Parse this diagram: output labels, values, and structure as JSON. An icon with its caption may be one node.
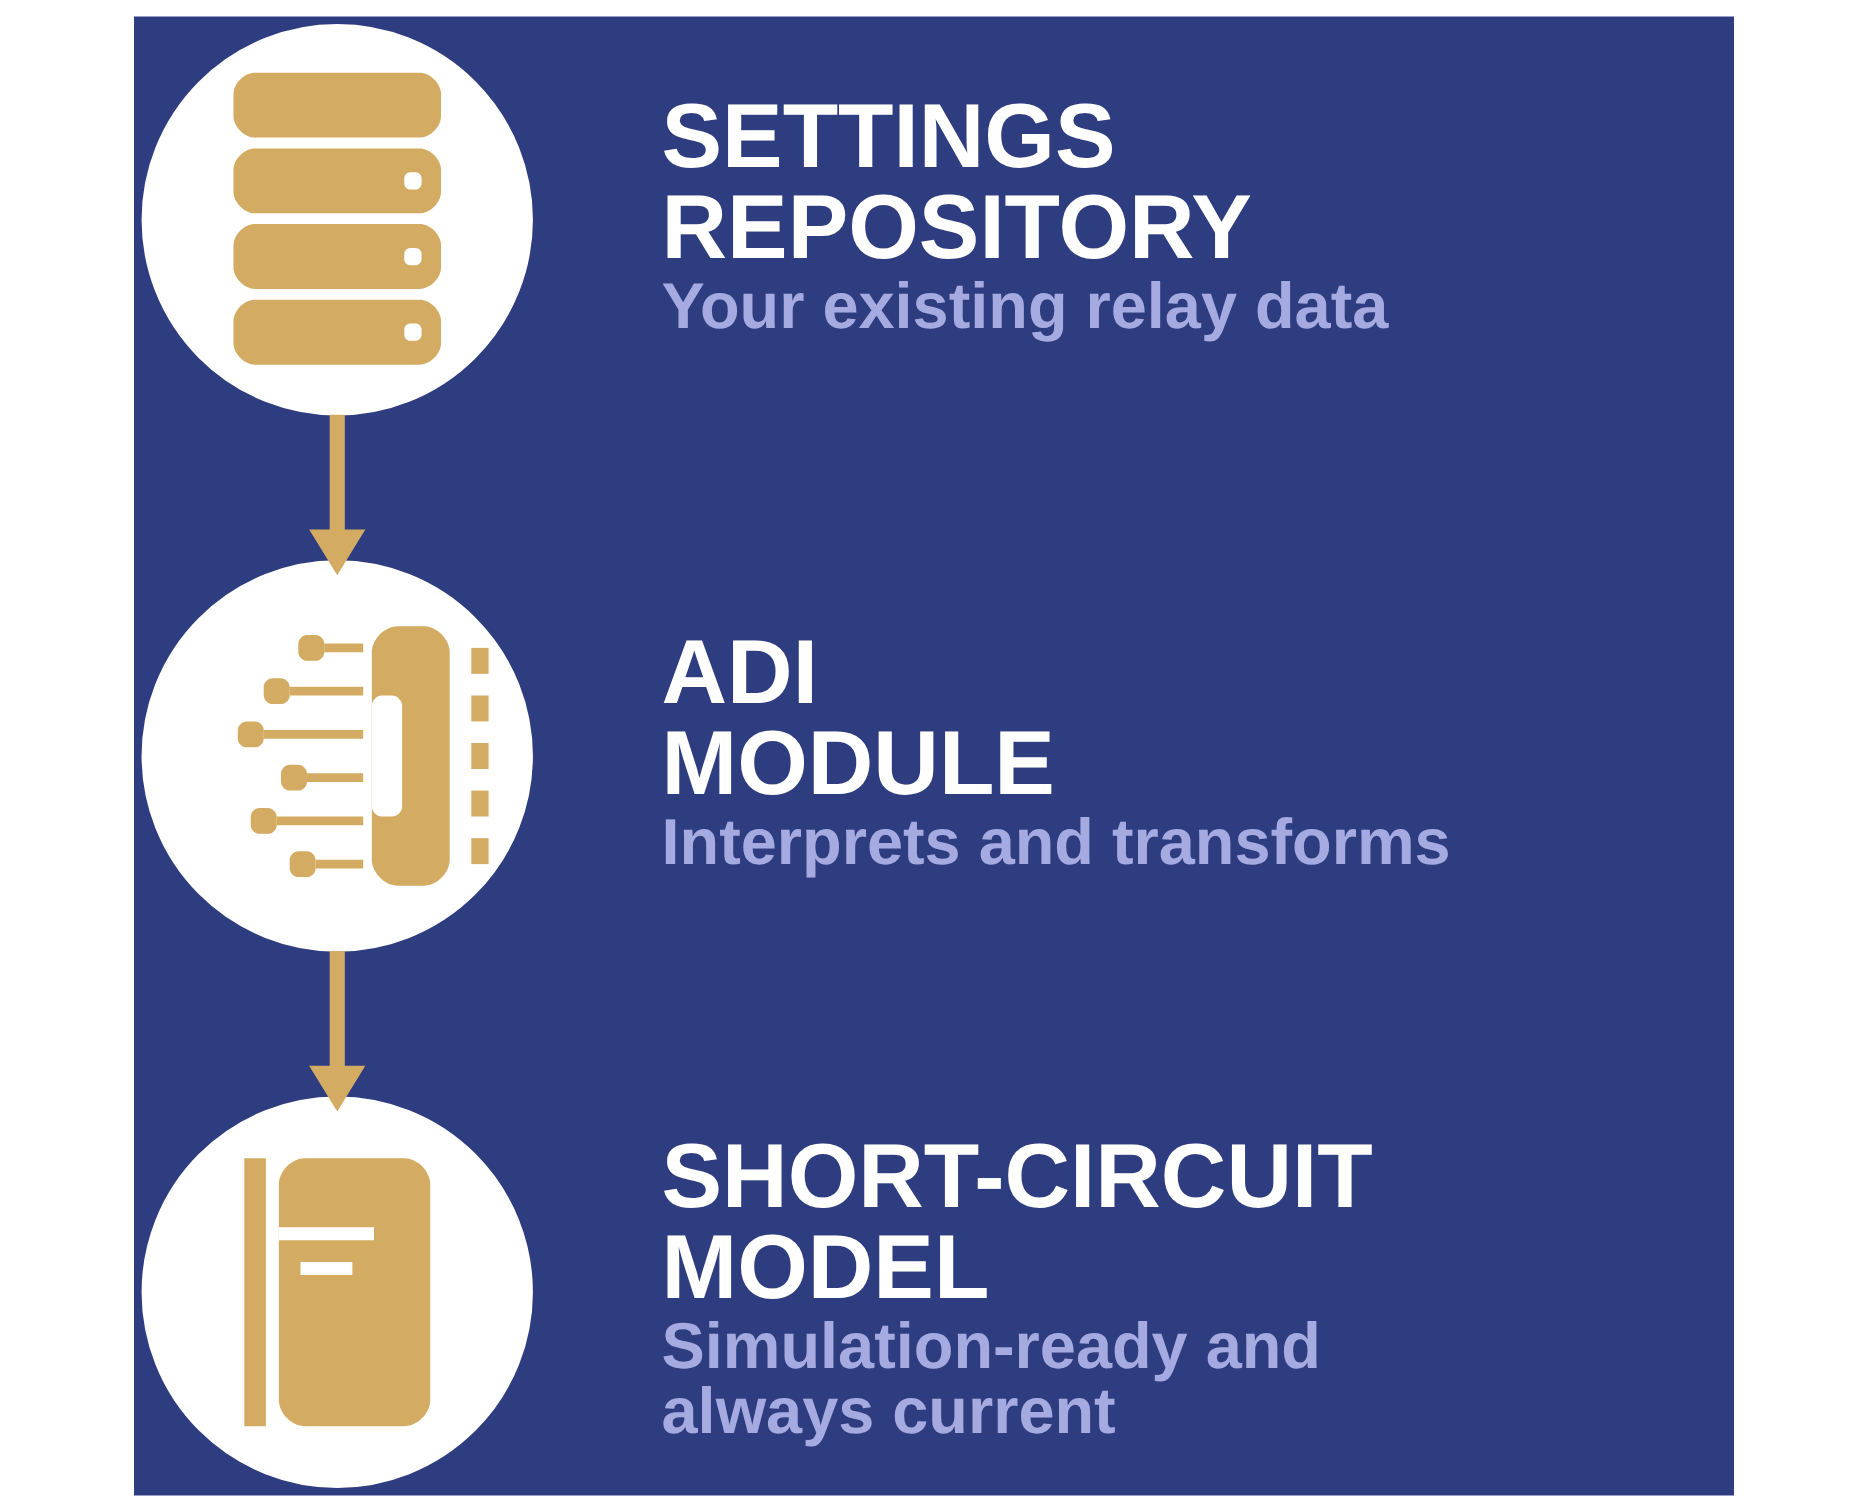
{
  "diagram": {
    "nodes": [
      {
        "text": [
          "SETTINGS REPOSITORY",
          "Your existing relay data"
        ]
      },
      {
        "text": [
          "ADI MODULE",
          "Interprets and transforms"
        ]
      },
      {
        "text": [
          "SHORT-CIRCUIT MODEL",
          "Simulation-ready and always current"
        ]
      }
    ],
    "edges": [
      {
        "from": 0,
        "to": 1,
        "arrow": "to"
      },
      {
        "from": 1,
        "to": 2,
        "arrow": "to"
      }
    ]
  }
}
